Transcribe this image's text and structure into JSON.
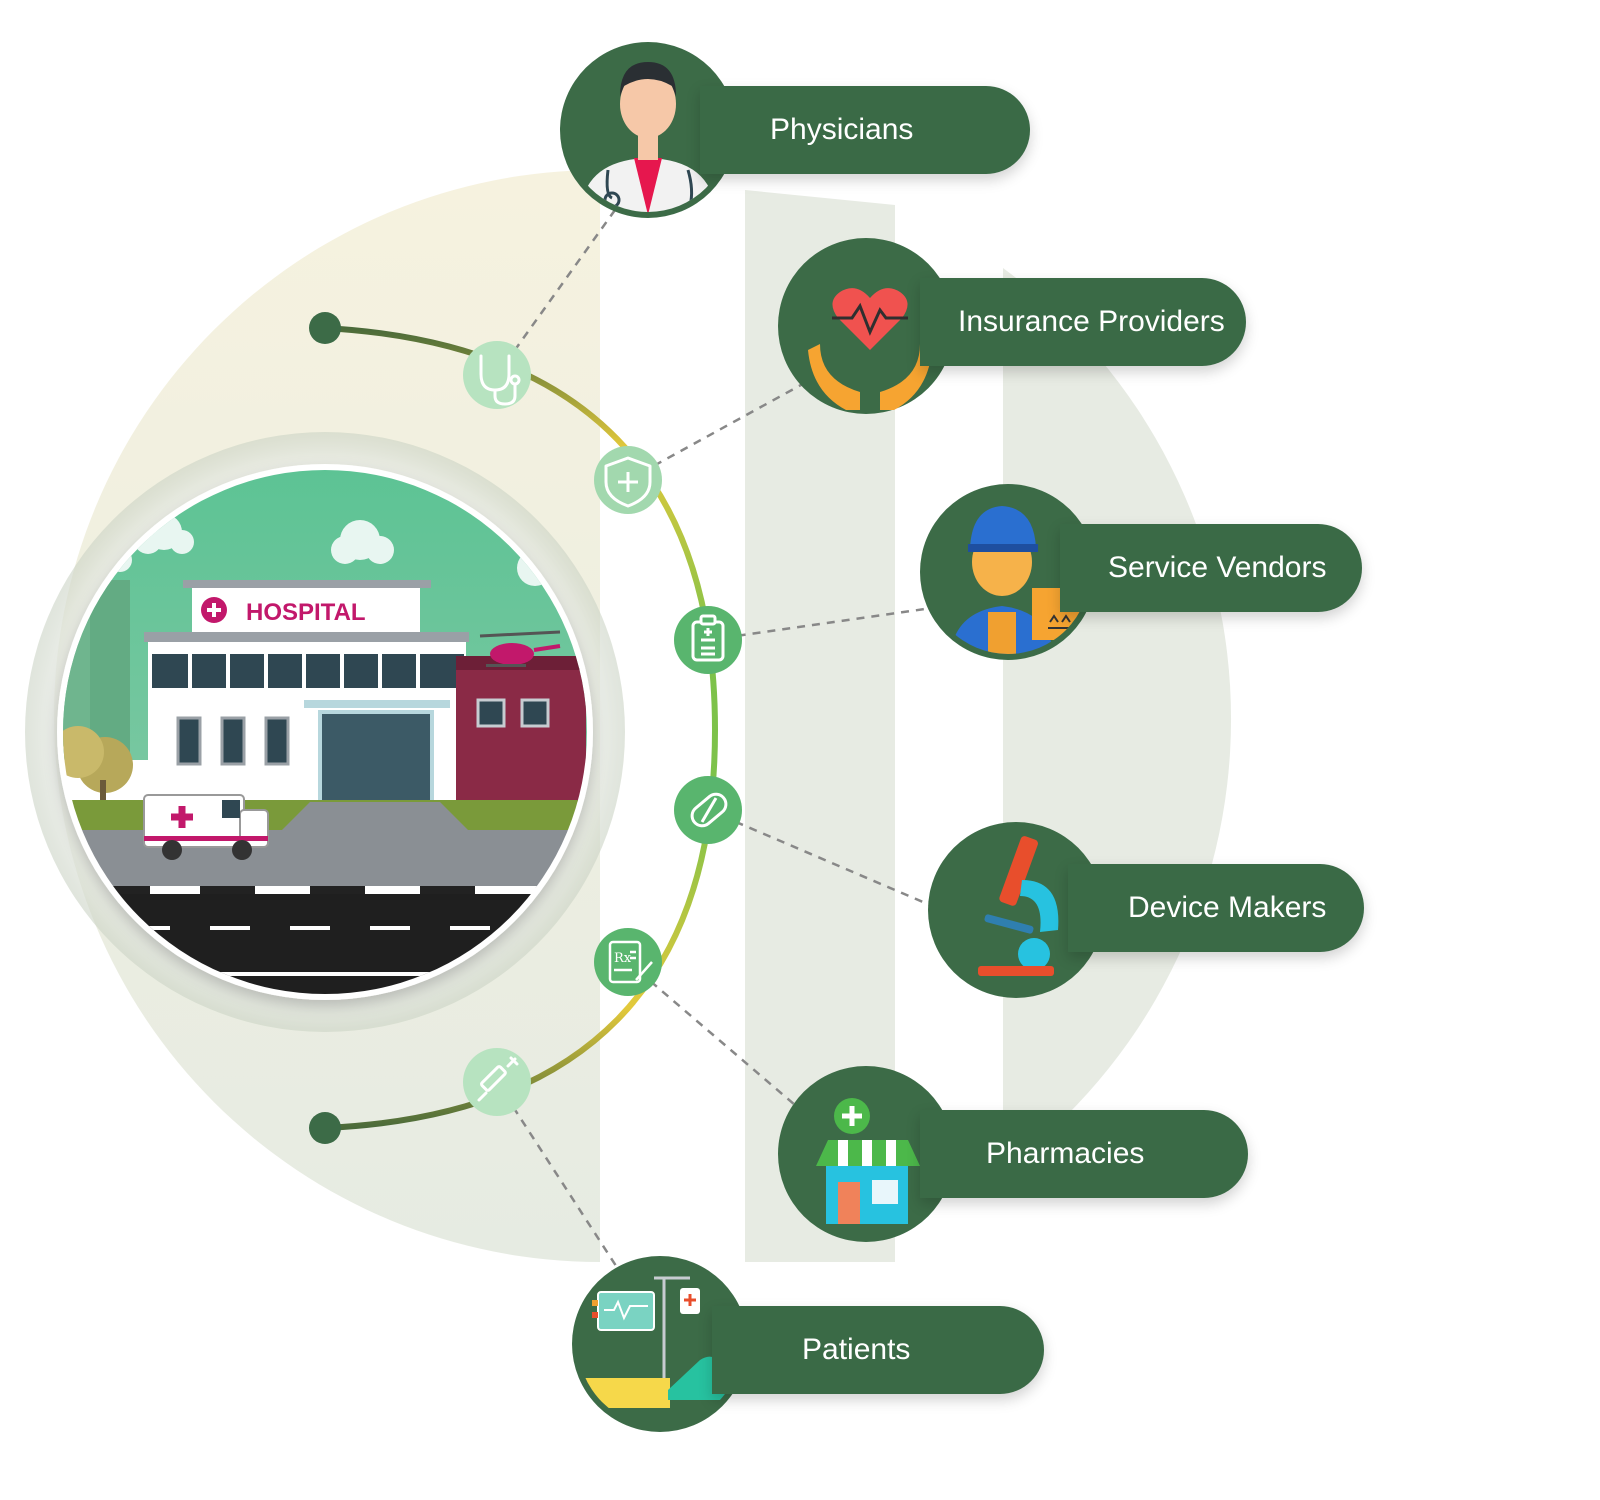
{
  "hub": {
    "sign_text": "HOSPITAL",
    "icon": "hospital-building-illustration"
  },
  "stakeholders": [
    {
      "id": "physicians",
      "label": "Physicians",
      "icon": "doctor-icon",
      "connector_icon": "stethoscope-icon"
    },
    {
      "id": "insurance-providers",
      "label": "Insurance Providers",
      "icon": "heart-in-hands-icon",
      "connector_icon": "shield-plus-icon"
    },
    {
      "id": "service-vendors",
      "label": "Service Vendors",
      "icon": "delivery-worker-icon",
      "connector_icon": "clipboard-icon"
    },
    {
      "id": "device-makers",
      "label": "Device Makers",
      "icon": "microscope-icon",
      "connector_icon": "pill-capsule-icon"
    },
    {
      "id": "pharmacies",
      "label": "Pharmacies",
      "icon": "pharmacy-store-icon",
      "connector_icon": "prescription-icon"
    },
    {
      "id": "patients",
      "label": "Patients",
      "icon": "patient-bed-icon",
      "connector_icon": "syringe-icon"
    }
  ],
  "colors": {
    "pill": "#3a6a46",
    "node_dark": "#3c6b47",
    "arc_yellow": "#e3c93b",
    "arc_green": "#7dc24a",
    "connector": "#8fd19e",
    "hospital_sign": "#c2186b",
    "hospital_wing": "#8a2a46"
  }
}
